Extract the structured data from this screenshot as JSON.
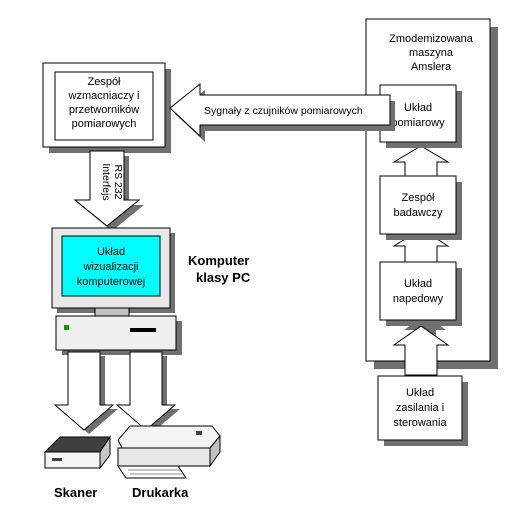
{
  "machine": {
    "title_lines": [
      "Zmodemizowana",
      "maszyna",
      "Amslera"
    ],
    "measurement_unit": [
      "Układ",
      "pomiarowy"
    ],
    "test_unit": [
      "Zespół",
      "badawczy"
    ],
    "drive_unit": [
      "Układ",
      "napedowy"
    ],
    "power_unit": [
      "Układ",
      "zasilania i",
      "sterowania"
    ]
  },
  "amplifiers": [
    "Zespół",
    "wzmacniaczy i",
    "przetworników",
    "pomiarowych"
  ],
  "signal_arrow": "Sygnały z czujników pomiarowych",
  "interface_arrow": [
    "Interfejs",
    "RS 232"
  ],
  "computer": {
    "screen_lines": [
      "Układ",
      "wizualizacji",
      "komputerowej"
    ],
    "label_lines": [
      "Komputer",
      "klasy PC"
    ]
  },
  "devices": {
    "scanner": "Skaner",
    "printer": "Drukarka"
  },
  "colors": {
    "screen_fill": "#00ffff",
    "panel_fill": "#ffffff",
    "shadow": "#707070",
    "outline": "#000000"
  }
}
